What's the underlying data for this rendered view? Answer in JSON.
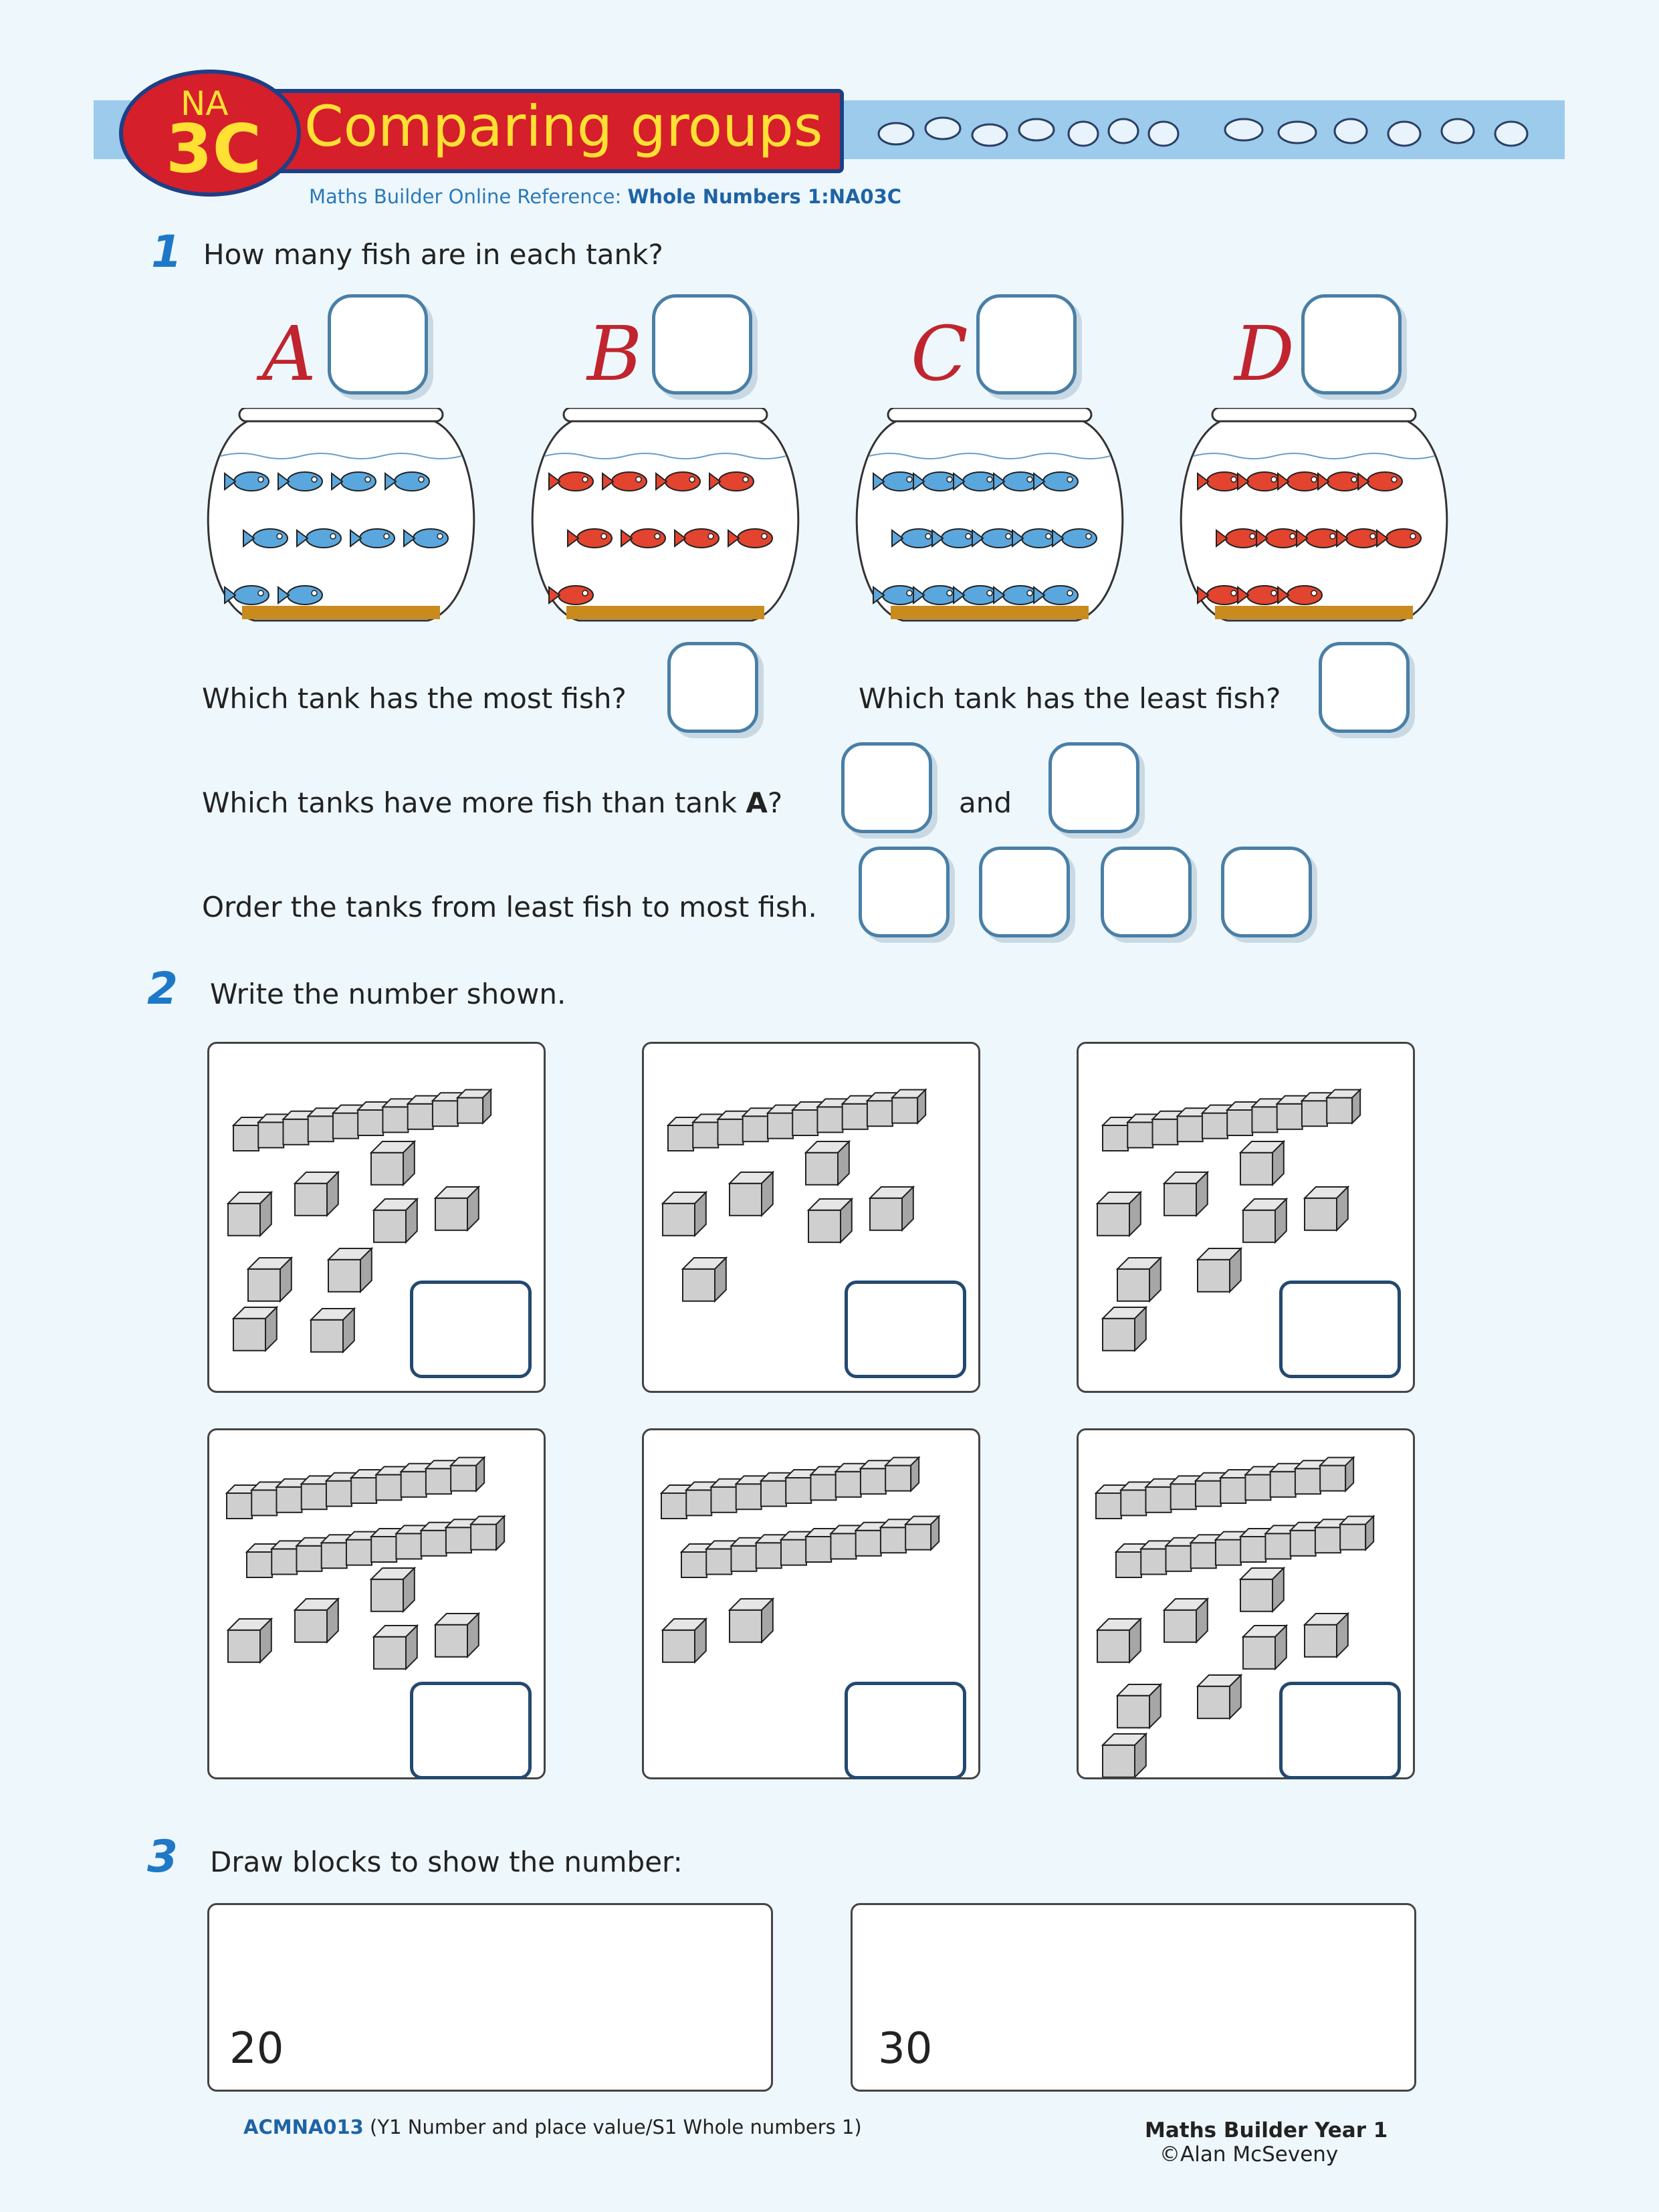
{
  "header": {
    "badge_top": "NA",
    "badge_code": "3C",
    "title": "Comparing groups",
    "reference_prefix": "Maths Builder Online Reference:",
    "reference_code": "Whole Numbers 1:NA03C"
  },
  "q1": {
    "number": "1",
    "prompt": "How many fish are in each tank?",
    "tanks": [
      {
        "letter": "A",
        "fish_color": "blue",
        "count": 10
      },
      {
        "letter": "B",
        "fish_color": "red",
        "count": 9
      },
      {
        "letter": "C",
        "fish_color": "blue",
        "count": 15
      },
      {
        "letter": "D",
        "fish_color": "red",
        "count": 13
      }
    ],
    "most_prompt": "Which tank has the most fish?",
    "least_prompt": "Which tank has the least fish?",
    "more_than_prompt_prefix": "Which tanks have more fish than tank ",
    "more_than_tank": "A",
    "more_than_prompt_suffix": "?",
    "and_label": "and",
    "order_prompt": "Order the tanks from least fish to most fish."
  },
  "q2": {
    "number": "2",
    "prompt": "Write the number shown.",
    "panels": [
      {
        "tens": 1,
        "ones": 9
      },
      {
        "tens": 1,
        "ones": 6
      },
      {
        "tens": 1,
        "ones": 8
      },
      {
        "tens": 2,
        "ones": 5
      },
      {
        "tens": 2,
        "ones": 2
      },
      {
        "tens": 2,
        "ones": 8
      }
    ]
  },
  "q3": {
    "number": "3",
    "prompt": "Draw blocks to show the number:",
    "numbers": [
      "20",
      "30"
    ]
  },
  "footer": {
    "code": "ACMNA013",
    "curriculum": " (Y1 Number and place value/S1 Whole numbers 1)",
    "book": "Maths Builder Year 1",
    "copyright": "©Alan McSeveny"
  },
  "colors": {
    "accent_blue": "#1e78c8",
    "banner": "#9ccbec",
    "title_red": "#d51f2a",
    "title_yellow": "#ffe033",
    "fish_blue": "#5aa7de",
    "fish_red": "#e2442f"
  }
}
